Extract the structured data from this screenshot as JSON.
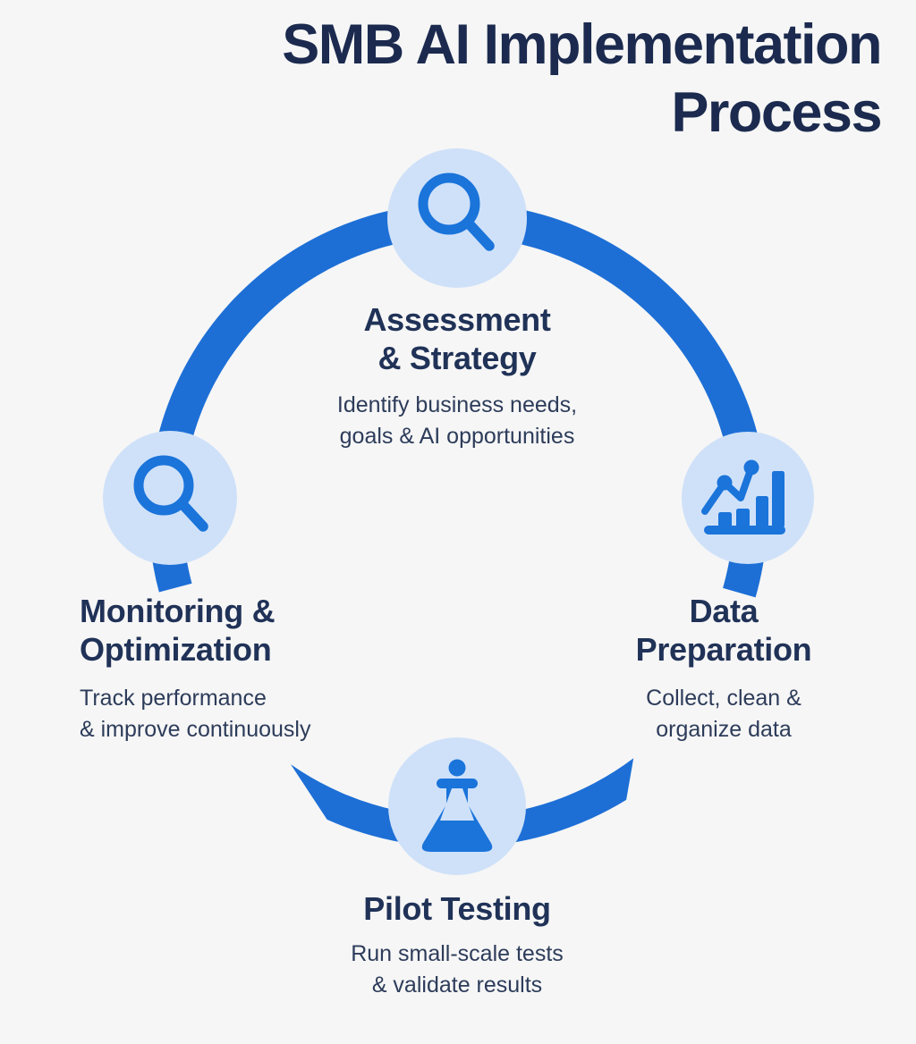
{
  "title": {
    "line1": "SMB AI Implementation",
    "line2": "Process"
  },
  "colors": {
    "background": "#f6f6f6",
    "ring_blue": "#1d6fd6",
    "stage_circle_light_blue": "#cfe1f9",
    "icon_blue": "#1a74da",
    "title_navy": "#1b2a4e",
    "heading_navy": "#203257",
    "body_navy": "#2d3c5a"
  },
  "process": {
    "flow": "clockwise cycle",
    "stages": [
      {
        "name": "Assessment & Strategy",
        "position": "top",
        "icon": "magnifier-search-icon",
        "title_line1": "Assessment",
        "title_line2": "& Strategy",
        "desc_line1": "Identify business needs,",
        "desc_line2": "goals & AI opportunities"
      },
      {
        "name": "Data Preparation",
        "position": "right",
        "icon": "bar-line-chart-icon",
        "title_line1": "Data",
        "title_line2": "Preparation",
        "desc_line1": "Collect, clean &",
        "desc_line2": "organize data"
      },
      {
        "name": "Pilot Testing",
        "position": "bottom",
        "icon": "flask-icon",
        "title_line1": "Pilot Testing",
        "title_line2": "",
        "desc_line1": "Run small-scale tests",
        "desc_line2": "& validate results"
      },
      {
        "name": "Monitoring & Optimization",
        "position": "left",
        "icon": "magnifier-search-icon",
        "title_line1": "Monitoring &",
        "title_line2": "Optimization",
        "desc_line1": "Track performance",
        "desc_line2": "& improve continuously"
      }
    ]
  }
}
